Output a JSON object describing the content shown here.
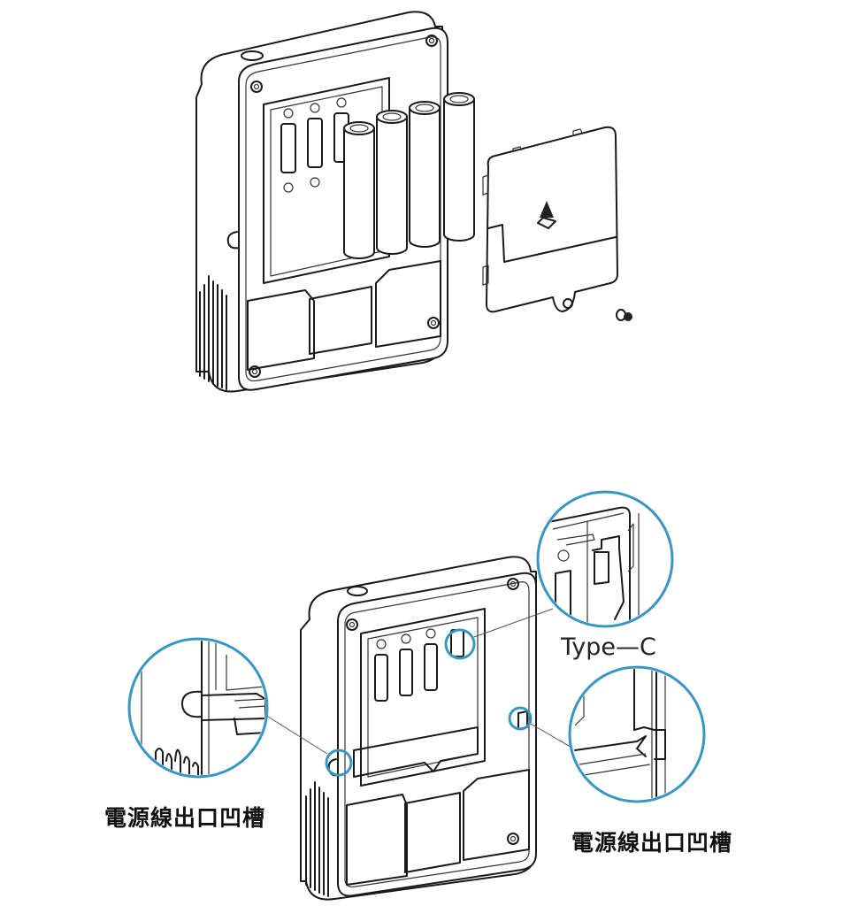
{
  "figure_top": {
    "title": "Battery installation: device with cover removed, four batteries, back cover and screw",
    "battery_count": 4
  },
  "figure_bottom": {
    "title": "Device battery compartment with callouts",
    "callouts": [
      {
        "id": "left-groove",
        "label": "電源線出口凹槽"
      },
      {
        "id": "type-c",
        "label": "Type—C"
      },
      {
        "id": "right-groove",
        "label": "電源線出口凹槽"
      }
    ]
  },
  "colors": {
    "line": "#1a1a1a",
    "callout_ring": "#3a95c4",
    "background": "#ffffff"
  }
}
